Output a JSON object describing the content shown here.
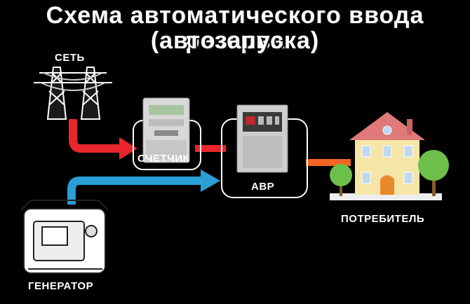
{
  "title": {
    "line1": "Схема автоматического ввода резерва",
    "line2": "(автозапуска)"
  },
  "labels": {
    "grid": "СЕТЬ",
    "meter": "СЧЕТЧИК",
    "ats": "АВР",
    "generator": "ГЕНЕРАТОР",
    "consumer": "ПОТРЕБИТЕЛЬ"
  },
  "colors": {
    "background": "#000000",
    "grid_line": "#e8262b",
    "generator_line": "#2a9fd6",
    "consumer_line": "#f26522",
    "house_roof": "#e07a7a",
    "house_wall": "#f5e6a8",
    "door": "#e8892b",
    "tree": "#6cc04a"
  },
  "icons": [
    "power-tower-icon",
    "electric-meter-icon",
    "ats-cabinet-icon",
    "generator-icon",
    "house-icon",
    "tree-icon"
  ]
}
